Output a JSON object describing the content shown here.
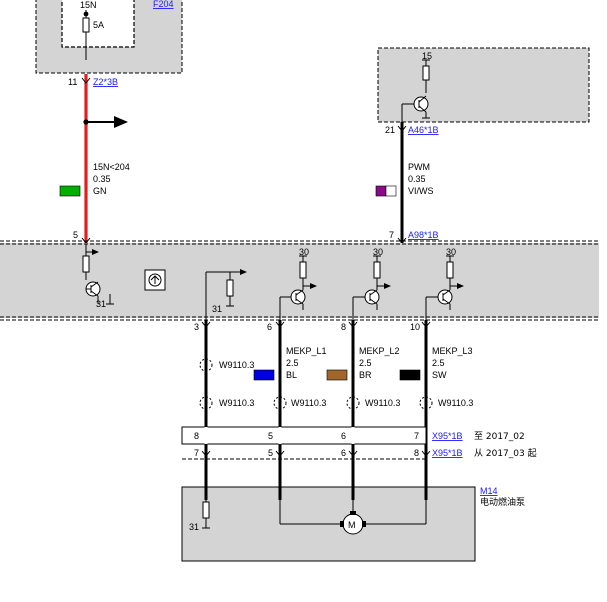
{
  "fuse": {
    "terminal": "15N",
    "rating": "5A",
    "ref": "F204"
  },
  "connectors": {
    "z2": "Z2*3B",
    "a46": "A46*1B",
    "a98": "A98*1B",
    "x95_top": "X95*1B",
    "x95_bottom": "X95*1B",
    "m14": "M14"
  },
  "component_name": "电动燃油泵",
  "date_notes": {
    "top": "至 2017_02",
    "bottom": "从 2017_03 起"
  },
  "pins": {
    "fuse_out": "11",
    "a46_in": "21",
    "left_a98": "5",
    "right_a98": "7",
    "d3": "3",
    "d6": "6",
    "d8": "8",
    "d10": "10",
    "x_top": [
      "8",
      "5",
      "6",
      "7"
    ],
    "x_bottom": [
      "7",
      "5",
      "6",
      "8"
    ]
  },
  "terminals": {
    "t15": "15",
    "t30": "30",
    "t31": "31"
  },
  "wires": {
    "w15n": {
      "signal": "15N<204",
      "size": "0.35",
      "color": "GN",
      "hex": "#00b000"
    },
    "pwm": {
      "signal": "PWM",
      "size": "0.35",
      "color": "VI/WS",
      "hex": "#8a0a8a"
    },
    "l1": {
      "signal": "MEKP_L1",
      "size": "2.5",
      "color": "BL",
      "hex": "#0000dd"
    },
    "l2": {
      "signal": "MEKP_L2",
      "size": "2.5",
      "color": "BR",
      "hex": "#a0662a"
    },
    "l3": {
      "signal": "MEKP_L3",
      "size": "2.5",
      "color": "SW",
      "hex": "#000000"
    }
  },
  "splice": "W9110.3",
  "colors": {
    "box_fill": "#d4d4d4",
    "red_wire": "#e41e1e",
    "link": "#1a1aff"
  }
}
